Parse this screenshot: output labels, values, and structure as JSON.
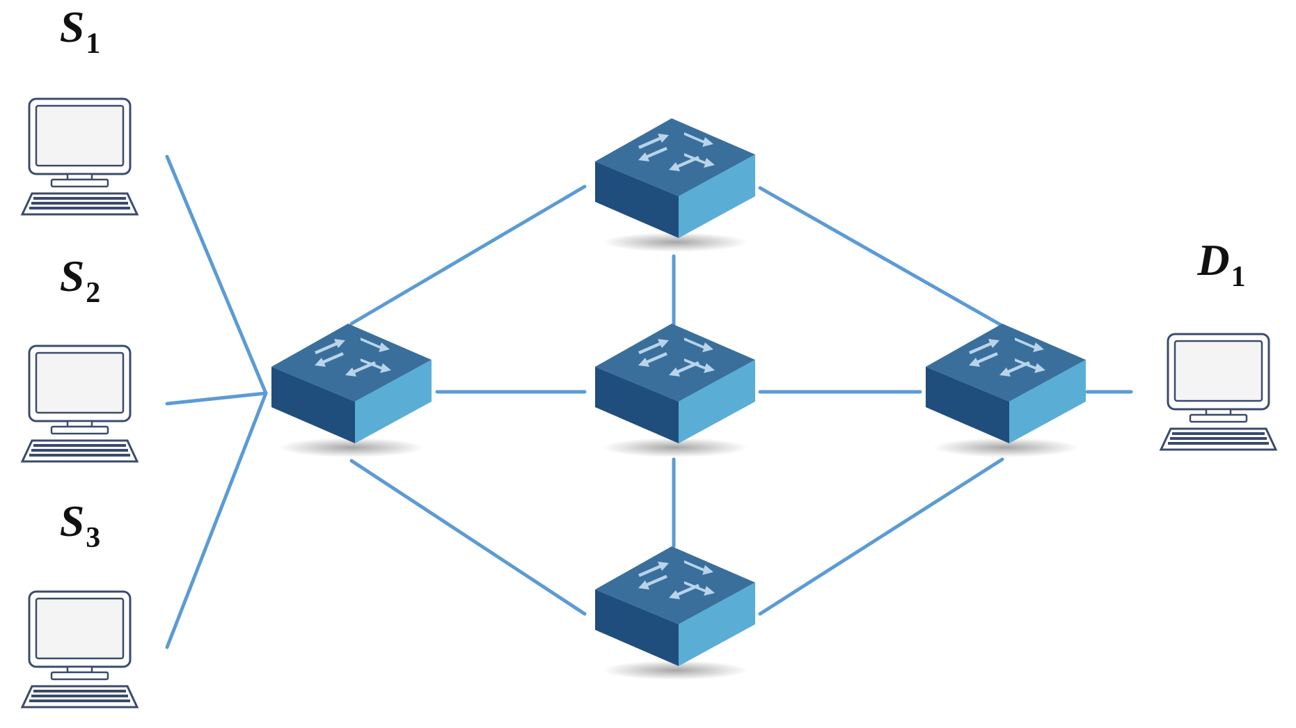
{
  "colors": {
    "link": "#5b9bd5",
    "switch_top": "#3a6f9c",
    "switch_front": "#1f4e7d",
    "switch_side": "#5aaed6",
    "switch_arrow": "#b9d4ea",
    "pc_outline": "#3b4a6b",
    "pc_screen": "#f4f4f4"
  },
  "hosts": [
    {
      "id": "s1",
      "letter": "S",
      "sub": "1",
      "icon": "computer-icon"
    },
    {
      "id": "s2",
      "letter": "S",
      "sub": "2",
      "icon": "computer-icon"
    },
    {
      "id": "s3",
      "letter": "S",
      "sub": "3",
      "icon": "computer-icon"
    },
    {
      "id": "d1",
      "letter": "D",
      "sub": "1",
      "icon": "computer-icon"
    }
  ],
  "switches": [
    {
      "id": "sw-left",
      "icon": "network-switch-icon"
    },
    {
      "id": "sw-top",
      "icon": "network-switch-icon"
    },
    {
      "id": "sw-center",
      "icon": "network-switch-icon"
    },
    {
      "id": "sw-bottom",
      "icon": "network-switch-icon"
    },
    {
      "id": "sw-right",
      "icon": "network-switch-icon"
    }
  ],
  "links": [
    {
      "from": "s1",
      "to": "sw-left"
    },
    {
      "from": "s2",
      "to": "sw-left"
    },
    {
      "from": "s3",
      "to": "sw-left"
    },
    {
      "from": "sw-left",
      "to": "sw-top"
    },
    {
      "from": "sw-left",
      "to": "sw-center"
    },
    {
      "from": "sw-left",
      "to": "sw-bottom"
    },
    {
      "from": "sw-top",
      "to": "sw-center"
    },
    {
      "from": "sw-center",
      "to": "sw-bottom"
    },
    {
      "from": "sw-top",
      "to": "sw-right"
    },
    {
      "from": "sw-center",
      "to": "sw-right"
    },
    {
      "from": "sw-bottom",
      "to": "sw-right"
    },
    {
      "from": "sw-right",
      "to": "d1"
    }
  ]
}
